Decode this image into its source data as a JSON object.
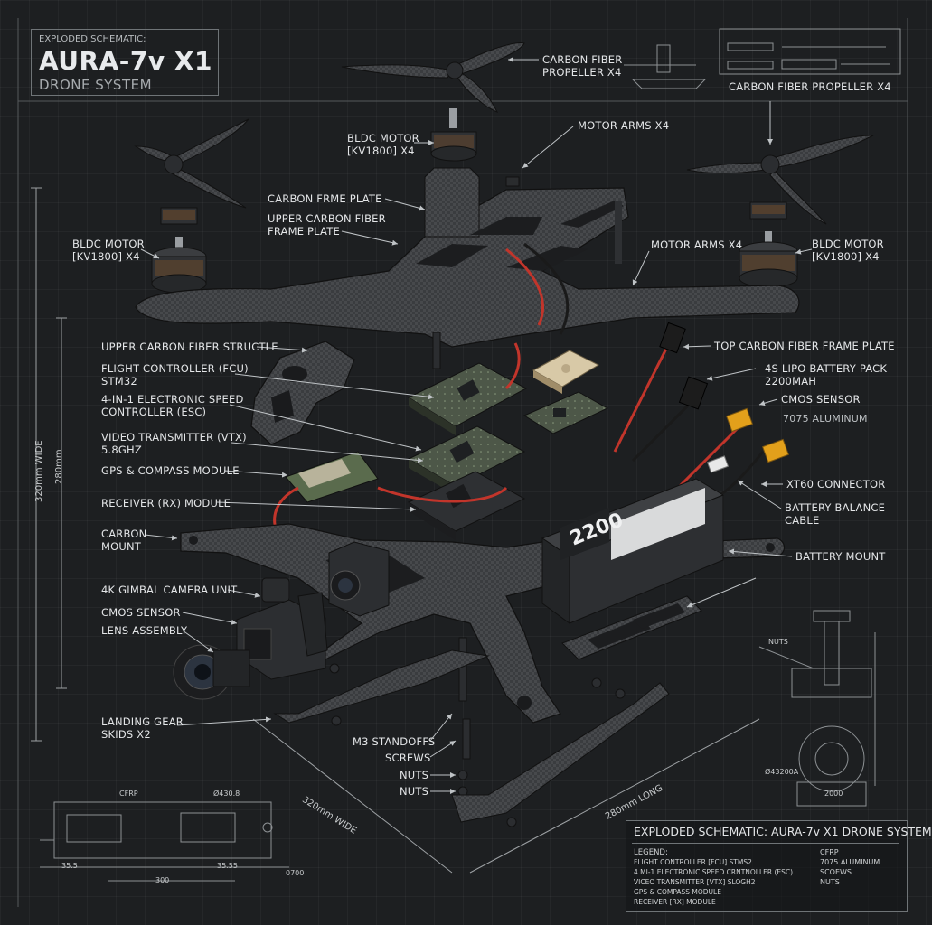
{
  "title": {
    "kicker": "EXPLODED SCHEMATIC:",
    "main": "AURA-7v X1",
    "sub": "DRONE SYSTEM"
  },
  "labels": {
    "prop_top": "CARBON FIBER\nPROPELLER x4",
    "prop_right": "CARBON FIBER PROPELLER x4",
    "motor_top": "BLDC MOTOR\n[KV1800] x4",
    "motor_arms_top": "MOTOR ARMS x4",
    "frame_plate": "CARBON FRME PLATE",
    "upper_frame_plate": "UPPER CARBON FIBER\nFRAME PLATE",
    "motor_left": "BLDC MOTOR\n[KV1800] x4",
    "motor_arms_right": "MOTOR ARMS x4",
    "motor_right": "BLDC MOTOR\n[KV1800] x4",
    "upper_structure": "UPPER CARBON FIBER STRUCTLE",
    "fcu": "FLIGHT CONTROLLER (FCU)\nSTM32",
    "esc": "4-IN-1 ELECTRONIC SPEED\nCONTROLLER (ESC)",
    "vtx": "VIDEO TRANSMITTER (VTX)\n5.8GHz",
    "gps": "GPS & COMPASS MODULE",
    "receiver": "RECEIVER (Rx) MODULE",
    "carbon_mount": "CARBON\nMOUNT",
    "camera_unit": "4K GIMBAL CAMERA UNIT",
    "cmos_left": "CMOS SENSOR",
    "lens": "LENS ASSEMBLY",
    "landing_gear": "LANDING GEAR\nSKIDS x2",
    "standoffs": "M3 STANDOFFS",
    "screws": "SCREWS",
    "nuts1": "NUTS",
    "nuts2": "NUTS",
    "top_frame_plate": "TOP CARBON FIBER FRAME PLATE",
    "battery_pack": "4S LIPO BATTERY PACK\n2200mAh",
    "cmos_right": "CMOS SENSOR",
    "aluminum": "7075 ALUMINUM",
    "xt60": "XT60 CONNECTOR",
    "balance_cable": "BATTERY BALANCE\nCABLE",
    "battery_mount": "BATTERY MOUNT"
  },
  "battery_text": {
    "capacity": "2200",
    "brand": "2200 mAh"
  },
  "dimensions": {
    "outer_wide": "320mm WIDE",
    "inner_wide": "280mm",
    "bottom_wide": "320mm WIDE",
    "bottom_long": "280mm LONG",
    "detail_cfrp": "CFRP",
    "detail_a": "35.5",
    "detail_b": "300",
    "detail_c": "35.55",
    "detail_d": "0700",
    "detail_ref": "Ø430.8",
    "detail_nuts": "NUTS",
    "detail_2000": "2000",
    "detail_dia": "Ø43200A"
  },
  "legend": {
    "title": "EXPLODED SCHEMATIC: AURA-7v X1 DRONE SYSTEM",
    "heading": "LEGEND:",
    "items": [
      "FLIGHT CONTROLLER [FCU] STMS2",
      "4 MI-1 ELECTRONIC SPEED CRNTNOLLER (ESC)",
      "VICEO TRANSMITTER [VTX] SLOGH2",
      "GPS & COMPASS MODULE",
      "RECEIVER [RX] MODULE"
    ],
    "materials": [
      "CFRP",
      "7075 ALUMINUM",
      "SCOEWS",
      "NUTS"
    ]
  },
  "colors": {
    "background": "#1d1f21",
    "carbon": "#3a3c3f",
    "carbon_dark": "#26282a",
    "pcb": "#4e5a4a",
    "wire_red": "#c2352b",
    "connector_yellow": "#e2a01b",
    "line": "#bfc3c6",
    "battery": "#2d2f32"
  }
}
